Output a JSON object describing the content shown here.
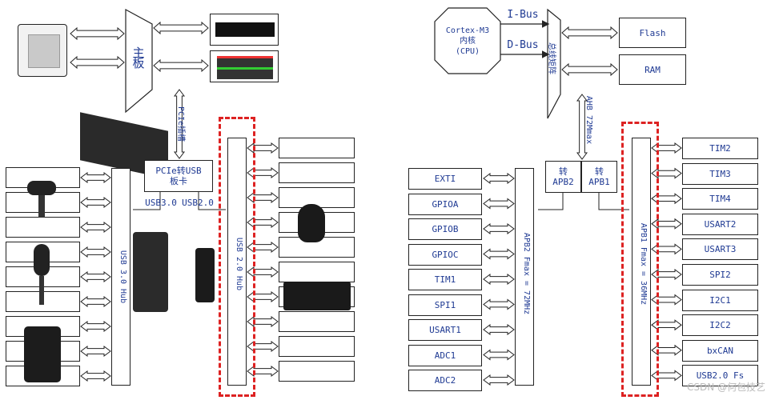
{
  "left": {
    "motherboard": "主\n板",
    "pcie_slot": "PCIe插槽",
    "pcie_card": "PCIe转USB\n板卡",
    "usb30_port": "USB3.0",
    "usb20_port": "USB2.0",
    "usb30_hub": "USB 3.0 Hub",
    "usb20_hub": "USB 2.0 Hub"
  },
  "right": {
    "cpu": "Cortex-M3\n内核\n(CPU)",
    "ibus": "I-Bus",
    "dbus": "D-Bus",
    "bus_matrix": "总线矩阵",
    "flash": "Flash",
    "ram": "RAM",
    "ahb": "AHB 72Mmax",
    "bridge_apb2": "转\nAPB2",
    "bridge_apb1": "转\nAPB1",
    "apb2_bus": "APB2 Fmax = 72MHz",
    "apb1_bus": "APB1 Fmax = 36MHz",
    "apb2_peripherals": [
      "EXTI",
      "GPIOA",
      "GPIOB",
      "GPIOC",
      "TIM1",
      "SPI1",
      "USART1",
      "ADC1",
      "ADC2"
    ],
    "apb1_peripherals": [
      "TIM2",
      "TIM3",
      "TIM4",
      "USART2",
      "USART3",
      "SPI2",
      "I2C1",
      "I2C2",
      "bxCAN",
      "USB2.0 Fs"
    ]
  },
  "watermark": "CSDN @何包技艺",
  "colors": {
    "text": "#1f3a93",
    "dash": "#dd2222",
    "line": "#222222"
  }
}
